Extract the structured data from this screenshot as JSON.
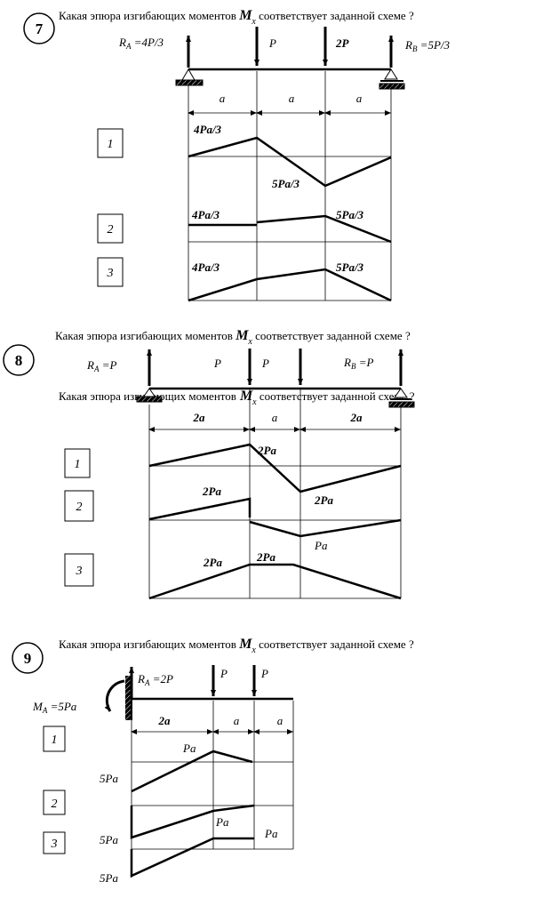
{
  "problems": [
    {
      "number": "7",
      "question_pre": "Какая эпюра изгибающих моментов ",
      "moment_symbol": "M",
      "moment_sub": "x",
      "question_post": " соответствует заданной схеме ?",
      "reaction_left": {
        "main": "R",
        "sub": "A",
        "rest": " =4P/3"
      },
      "reaction_right": {
        "main": "R",
        "sub": "B",
        "rest": " =5P/3"
      },
      "loads": [
        "P",
        "2P"
      ],
      "spans": [
        "a",
        "a",
        "a"
      ],
      "options": [
        "1",
        "2",
        "3"
      ],
      "diagram_labels": [
        "4Pa/3",
        "5Pa/3",
        "4Pa/3",
        "5Pa/3",
        "4Pa/3",
        "5Pa/3"
      ]
    },
    {
      "number": "8",
      "question_pre": "Какая эпюра изгибающих моментов ",
      "moment_symbol": "M",
      "moment_sub": "x",
      "question_post": " соответствует заданной схеме ?",
      "duplicate_question": "Какая эпюра изгибающих моментов",
      "reaction_left": {
        "main": "R",
        "sub": "A",
        "rest": " =P"
      },
      "reaction_right": {
        "main": "R",
        "sub": "B",
        "rest": " =P"
      },
      "loads": [
        "P",
        "P"
      ],
      "spans": [
        "2a",
        "a",
        "2a"
      ],
      "options": [
        "1",
        "2",
        "3"
      ],
      "diagram_labels": [
        "2Pa",
        "2Pa",
        "2Pa",
        "Pa",
        "2Pa",
        "2Pa"
      ]
    },
    {
      "number": "9",
      "question_pre": "Какая эпюра изгибающих моментов ",
      "moment_symbol": "M",
      "moment_sub": "x",
      "question_post": " соответствует заданной схеме ?",
      "reaction_left": {
        "main": "R",
        "sub": "A",
        "rest": " =2P"
      },
      "moment_a": {
        "main": "M",
        "sub": "A",
        "rest": " =5Pa"
      },
      "loads": [
        "P",
        "P"
      ],
      "spans": [
        "2a",
        "a",
        "a"
      ],
      "options": [
        "1",
        "2",
        "3"
      ],
      "diagram_labels": [
        "Pa",
        "5Pa",
        "Pa",
        "Pa",
        "5Pa",
        "5Pa"
      ]
    }
  ]
}
